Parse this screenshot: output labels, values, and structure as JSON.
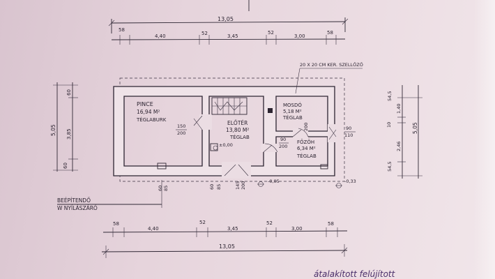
{
  "plan": {
    "dims_top": {
      "total": "13,05",
      "segments": [
        "58",
        "4,40",
        "52",
        "3,45",
        "52",
        "3,00",
        "58"
      ]
    },
    "dims_bottom": {
      "total": "13,05",
      "segments": [
        "58",
        "4,40",
        "52",
        "3,45",
        "52",
        "3,00",
        "58"
      ]
    },
    "dims_left": {
      "total": "5,05",
      "segments": [
        "60",
        "3,85",
        "60"
      ]
    },
    "dims_right": {
      "total": "5,05",
      "segments": [
        "54,5",
        "1,40",
        "10",
        "2,46",
        "54,5"
      ]
    },
    "rooms": {
      "pince": {
        "name": "PINCE",
        "area": "16,94 M²",
        "material": "TÉGLABURK"
      },
      "eloter": {
        "name": "ELŐTÉR",
        "area": "13,80 M²",
        "material": "TÉGLAB"
      },
      "mosdo": {
        "name": "MOSDÓ",
        "area": "5,18 M²",
        "material": "TÉGLAB"
      },
      "fozoh": {
        "name": "FŐZŐH",
        "area": "6,34 M²",
        "material": "TÉGLAB"
      }
    },
    "ventilator_label": "20 X 20 CM KER. SZELLŐZŐ",
    "openings": {
      "o150_200": [
        "150",
        "200"
      ],
      "o90_200_a": [
        "90",
        "200"
      ],
      "o90_200_b": [
        "90",
        "200"
      ],
      "o90_110": [
        "90",
        "110"
      ],
      "o60_85": [
        "60",
        "85"
      ],
      "o60_85_b": [
        "60",
        "85"
      ],
      "o145_200": [
        "145",
        "200"
      ]
    },
    "levels": {
      "floor": "±0,00",
      "entry": "-0,05",
      "outside": "-0,33"
    },
    "beepitendo": [
      "BEÉPÍTENDŐ",
      "W NYÍLÁSZÁRÓ"
    ],
    "bottom_caption": "átalakított felújított"
  }
}
